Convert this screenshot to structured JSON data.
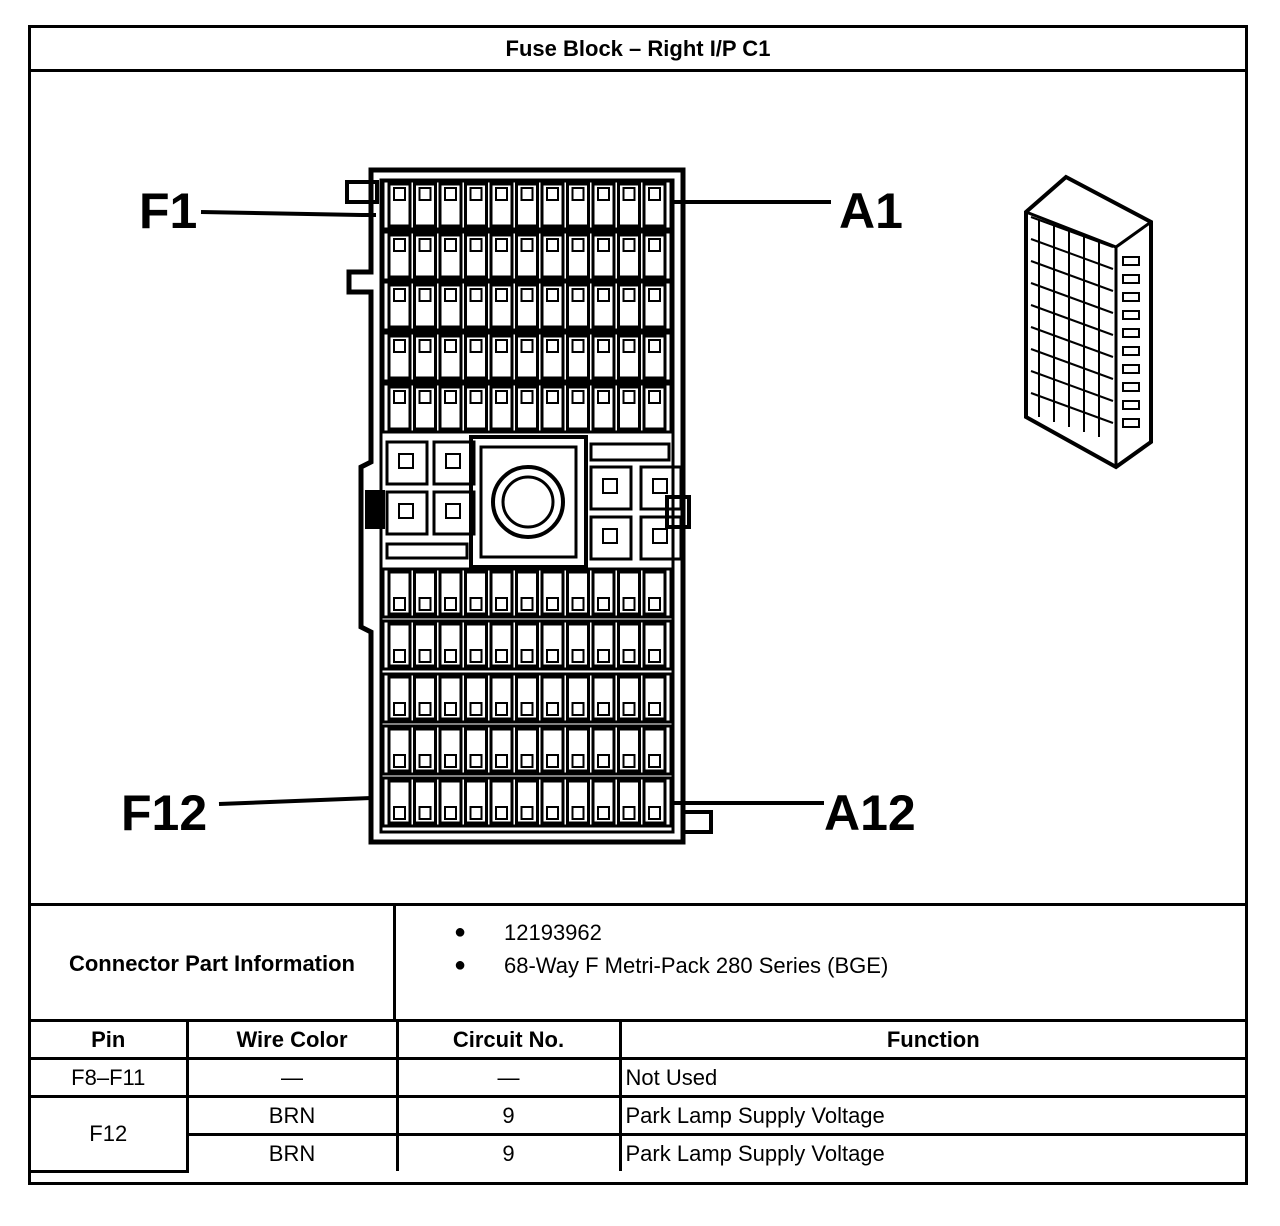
{
  "title": "Fuse Block – Right I/P C1",
  "diagram": {
    "callouts": {
      "top_left": "F1",
      "top_right": "A1",
      "bottom_left": "F12",
      "bottom_right": "A12"
    }
  },
  "connector_info": {
    "label": "Connector Part Information",
    "items": [
      "12193962",
      "68-Way F Metri-Pack 280 Series (BGE)"
    ]
  },
  "pin_table": {
    "headers": [
      "Pin",
      "Wire Color",
      "Circuit No.",
      "Function"
    ],
    "rows": [
      {
        "pin": "F8–F11",
        "wire": "—",
        "circuit": "—",
        "function": "Not Used"
      },
      {
        "pin": "F12",
        "wire": "BRN",
        "circuit": "9",
        "function": "Park Lamp Supply Voltage"
      },
      {
        "pin": "",
        "wire": "BRN",
        "circuit": "9",
        "function": "Park Lamp Supply Voltage"
      }
    ]
  }
}
